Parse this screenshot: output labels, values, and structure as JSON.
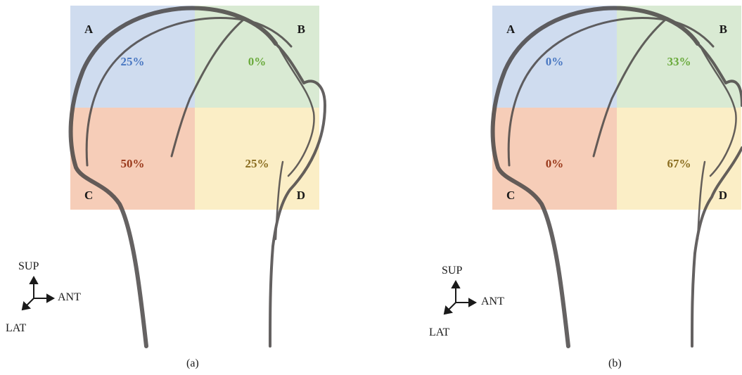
{
  "panels": [
    {
      "caption": "(a)",
      "quadrants": {
        "A": {
          "letter": "A",
          "percent": "25%"
        },
        "B": {
          "letter": "B",
          "percent": "0%"
        },
        "C": {
          "letter": "C",
          "percent": "50%"
        },
        "D": {
          "letter": "D",
          "percent": "25%"
        }
      }
    },
    {
      "caption": "(b)",
      "quadrants": {
        "A": {
          "letter": "A",
          "percent": "0%"
        },
        "B": {
          "letter": "B",
          "percent": "33%"
        },
        "C": {
          "letter": "C",
          "percent": "0%"
        },
        "D": {
          "letter": "D",
          "percent": "67%"
        }
      }
    }
  ],
  "axes": {
    "sup": "SUP",
    "ant": "ANT",
    "lat": "LAT"
  },
  "colors": {
    "quadrant_A_fill": "#cfdcef",
    "quadrant_B_fill": "#d9ead3",
    "quadrant_C_fill": "#f6cdb8",
    "quadrant_D_fill": "#fbeec6",
    "percent_A": "#4a78c2",
    "percent_B": "#6aaa3c",
    "percent_C": "#9a3a1c",
    "percent_D": "#8a6d20",
    "bone_outline": "#4a4646"
  }
}
